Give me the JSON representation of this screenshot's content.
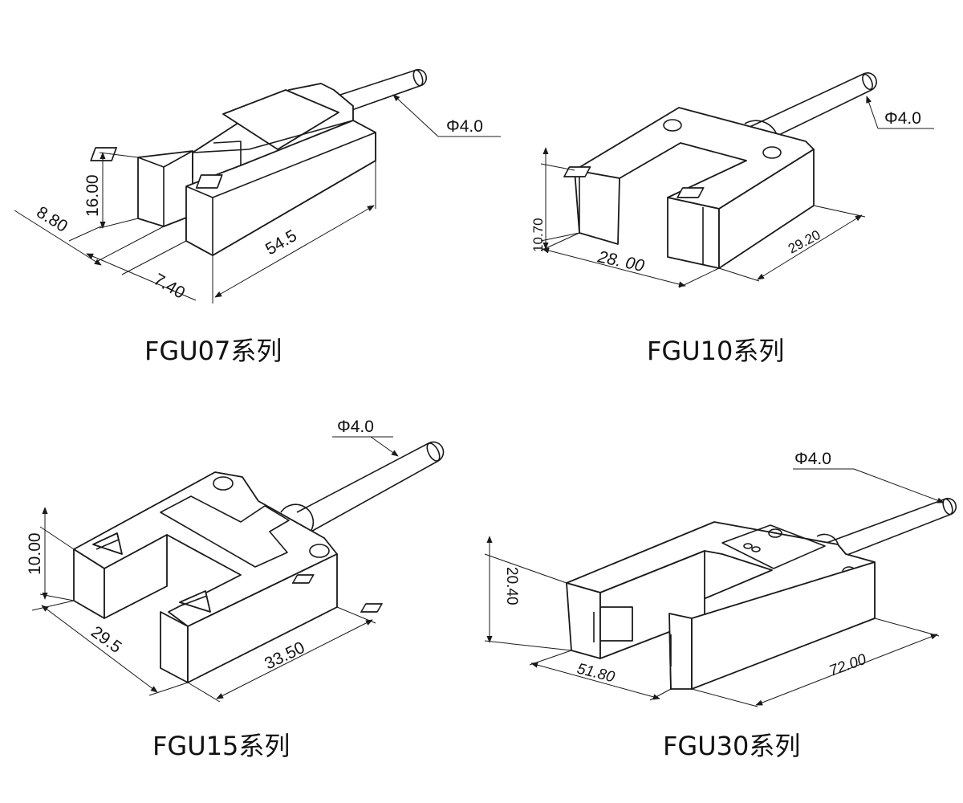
{
  "diagrams": [
    {
      "caption": "FGU07系列",
      "cable_diameter": "Φ4.0",
      "dimensions": {
        "height": "16.00",
        "depth": "8.80",
        "slot_width": "7.40",
        "length": "54.5"
      }
    },
    {
      "caption": "FGU10系列",
      "cable_diameter": "Φ4.0",
      "dimensions": {
        "height": "10.70",
        "length": "28. 00",
        "width": "29.20"
      }
    },
    {
      "caption": "FGU15系列",
      "cable_diameter": "Φ4.0",
      "dimensions": {
        "height": "10.00",
        "length": "29.5",
        "width": "33.50"
      }
    },
    {
      "caption": "FGU30系列",
      "cable_diameter": "Φ4.0",
      "dimensions": {
        "height": "20.40",
        "length": "51.80",
        "width": "72.00"
      }
    }
  ],
  "colors": {
    "line": "#1a1a1a",
    "background": "#ffffff"
  }
}
